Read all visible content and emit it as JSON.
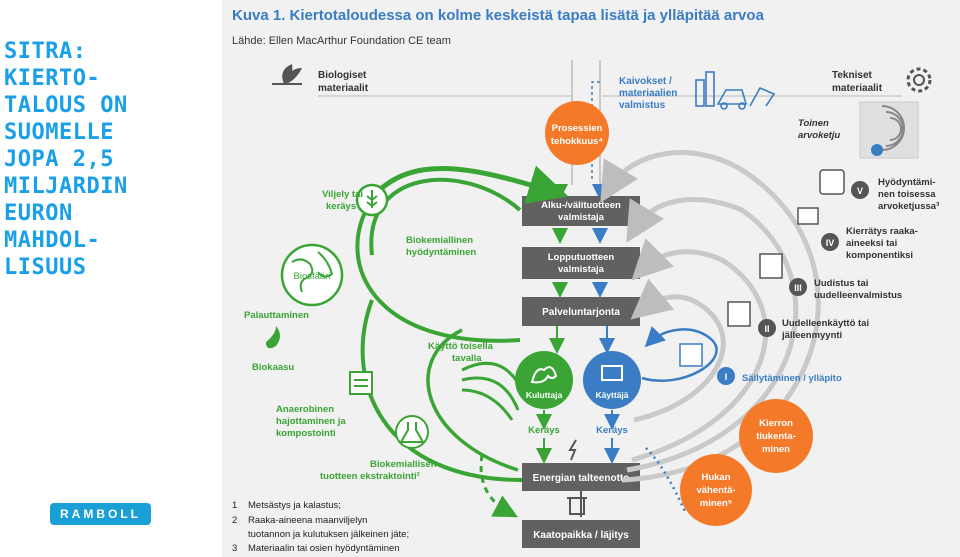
{
  "slide": {
    "title_lines": [
      "SITRA:",
      "KIERTO-",
      "TALOUS ON",
      "SUOMELLE",
      "JOPA 2,5",
      "MILJARDIN",
      "EURON",
      "MAHDOL-",
      "LISUUS"
    ],
    "logo": "RAMBOLL"
  },
  "figure": {
    "title": "Kuva 1. Kiertotaloudessa on kolme keskeistä tapaa lisätä ja ylläpitää arvoa",
    "source": "Lähde: Ellen MacArthur Foundation CE team",
    "bio_header": [
      "Biologiset",
      "materiaalit"
    ],
    "tech_header": [
      "Tekniset",
      "materiaalit"
    ],
    "mining": [
      "Kaivokset /",
      "materiaalien",
      "valmistus"
    ],
    "process": [
      "Prosessien",
      "tehokkuus⁴"
    ],
    "flow_boxes": [
      "Alku-/välituotteen valmistaja",
      "Lopputuotteen valmistaja",
      "Palveluntarjonta",
      "Energian talteenotto",
      "Kaatopaikka / läjitys"
    ],
    "consumer": "Kuluttaja",
    "user": "Käyttäjä",
    "collect": "Keräys",
    "bio_labels": {
      "farming": [
        "Viljely tai",
        "keräys¹"
      ],
      "biosphere": "Biosfääri",
      "return": "Palauttaminen",
      "biogas": "Biokaasu",
      "anaerobic": [
        "Anaerobinen",
        "hajottaminen ja",
        "kompostointi"
      ],
      "biochem_use": [
        "Biokemiallinen",
        "hyödyntäminen"
      ],
      "cascade": [
        "Käyttö toisella",
        "tavalla"
      ],
      "extraction": [
        "Biokemiallisen",
        "tuotteen ekstraktointi²"
      ]
    },
    "tech_loops": [
      {
        "numeral": "V",
        "label": [
          "Hyödyntämi-",
          "nen toisessa",
          "arvoketjussa³"
        ]
      },
      {
        "numeral": "IV",
        "label": [
          "Kierrätys raaka-",
          "aineeksi tai",
          "komponentiksi"
        ]
      },
      {
        "numeral": "III",
        "label": [
          "Uudistus tai",
          "uudelleenvalmistus"
        ]
      },
      {
        "numeral": "II",
        "label": [
          "Uudelleenkäyttö tai",
          "jälleenmyynti"
        ]
      },
      {
        "numeral": "I",
        "label": [
          "Säilytäminen / ylläpito"
        ]
      }
    ],
    "other_chain": [
      "Toinen",
      "arvoketju"
    ],
    "loop_tightening": [
      "Kierron",
      "tiukenta-",
      "minen"
    ],
    "leakage": [
      "Hukan",
      "vähentä-",
      "minen⁵"
    ],
    "footnotes": [
      [
        "1",
        "Metsästys ja kalastus;"
      ],
      [
        "2",
        "Raaka-aineena maanviljelyn"
      ],
      [
        "",
        "tuotannon ja kulutuksen jälkeinen jäte;"
      ],
      [
        "3",
        "Materiaalin tai osien hyödyntäminen"
      ]
    ],
    "colors": {
      "green": "#3aa535",
      "blue": "#3a7dc4",
      "orange": "#f47a2a",
      "gray": "#616161",
      "light_gray": "#bdbdbd",
      "accent": "#1aa0e8"
    }
  }
}
